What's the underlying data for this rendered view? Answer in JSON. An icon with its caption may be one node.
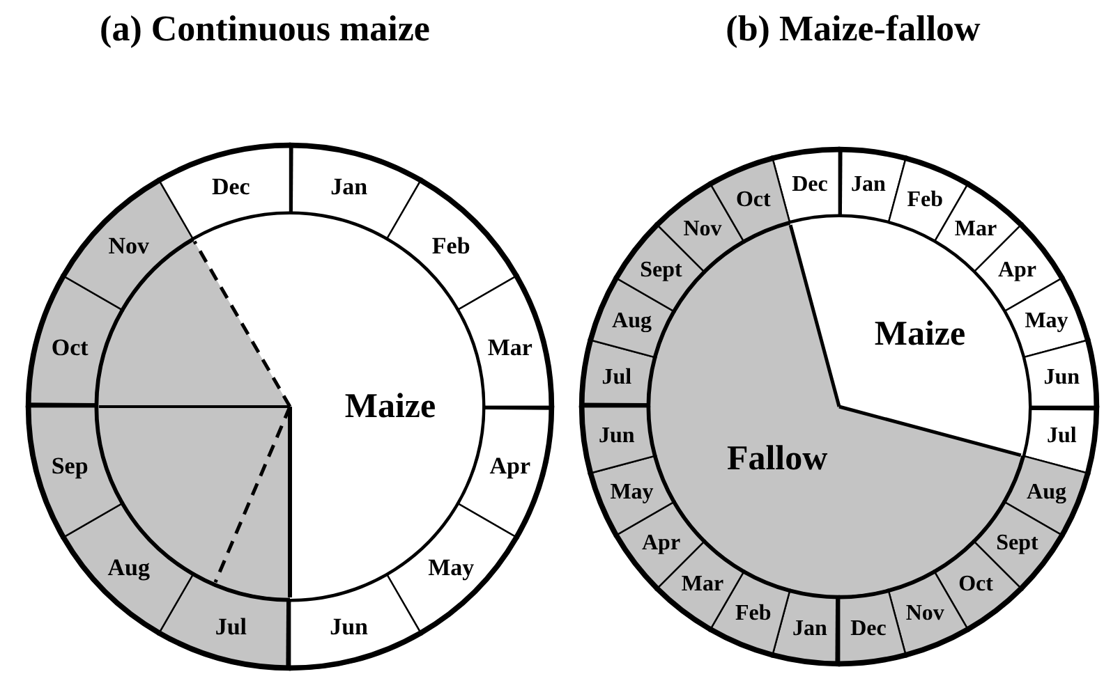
{
  "diagram": {
    "nodes": [
      {
        "text": [
          "Maize"
        ]
      },
      {
        "text": [],
        "shape": "sector"
      },
      {
        "text": [
          "Jan"
        ]
      },
      {
        "text": [
          "Feb"
        ]
      },
      {
        "text": [
          "Mar"
        ]
      },
      {
        "text": [
          "Apr"
        ]
      },
      {
        "text": [
          "May"
        ]
      },
      {
        "text": [
          "Jun"
        ]
      },
      {
        "text": [
          "Jul"
        ]
      },
      {
        "text": [
          "Aug"
        ]
      },
      {
        "text": [
          "Sep"
        ]
      },
      {
        "text": [
          "Oct"
        ]
      },
      {
        "text": [
          "Nov"
        ]
      },
      {
        "text": [
          "Dec"
        ]
      },
      {
        "text": [
          "Maize"
        ]
      },
      {
        "text": [
          "Fallow"
        ]
      },
      {
        "text": [
          "Dec"
        ]
      },
      {
        "text": [
          "Jan"
        ]
      },
      {
        "text": [
          "Feb"
        ]
      },
      {
        "text": [
          "Mar"
        ]
      },
      {
        "text": [
          "Apr"
        ]
      },
      {
        "text": [
          "May"
        ]
      },
      {
        "text": [
          "Jun"
        ]
      },
      {
        "text": [
          "Jul"
        ]
      },
      {
        "text": [
          "Aug"
        ]
      },
      {
        "text": [
          "Sept"
        ]
      },
      {
        "text": [
          "Oct"
        ]
      },
      {
        "text": [
          "Nov"
        ]
      },
      {
        "text": [
          "Dec"
        ]
      },
      {
        "text": [
          "Jan"
        ]
      },
      {
        "text": [
          "Feb"
        ]
      },
      {
        "text": [
          "Mar"
        ]
      },
      {
        "text": [
          "Apr"
        ]
      },
      {
        "text": [
          "May"
        ]
      },
      {
        "text": [
          "Jun"
        ]
      },
      {
        "text": [
          "Jul"
        ]
      },
      {
        "text": [
          "Aug"
        ]
      },
      {
        "text": [
          "Sept"
        ]
      },
      {
        "text": [
          "Nov"
        ]
      },
      {
        "text": [
          "Oct"
        ]
      }
    ],
    "labels": [
      "(a) Continuous maize",
      "(b) Maize-fallow"
    ]
  }
}
